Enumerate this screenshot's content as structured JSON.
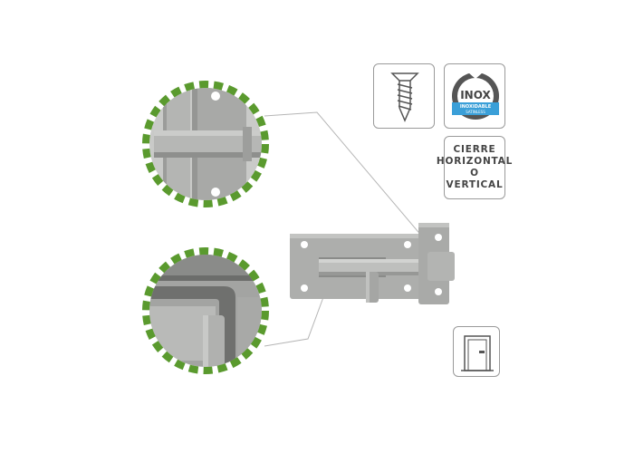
{
  "badges": {
    "inox": {
      "main": "INOX",
      "sub1": "INOXIDABLE",
      "sub2": "SATINLESS"
    },
    "mount_text": [
      "CIERRE",
      "HORIZONTAL",
      "O VERTICAL"
    ]
  },
  "icons": {
    "screw": "screw-icon",
    "door": "door-icon"
  },
  "colors": {
    "dash_ring": "#5a9a2e",
    "metal": "#a9aaa8",
    "metal_dark": "#8d8e8c",
    "badge_blue": "#3a9fd8",
    "badge_dark": "#555555"
  }
}
